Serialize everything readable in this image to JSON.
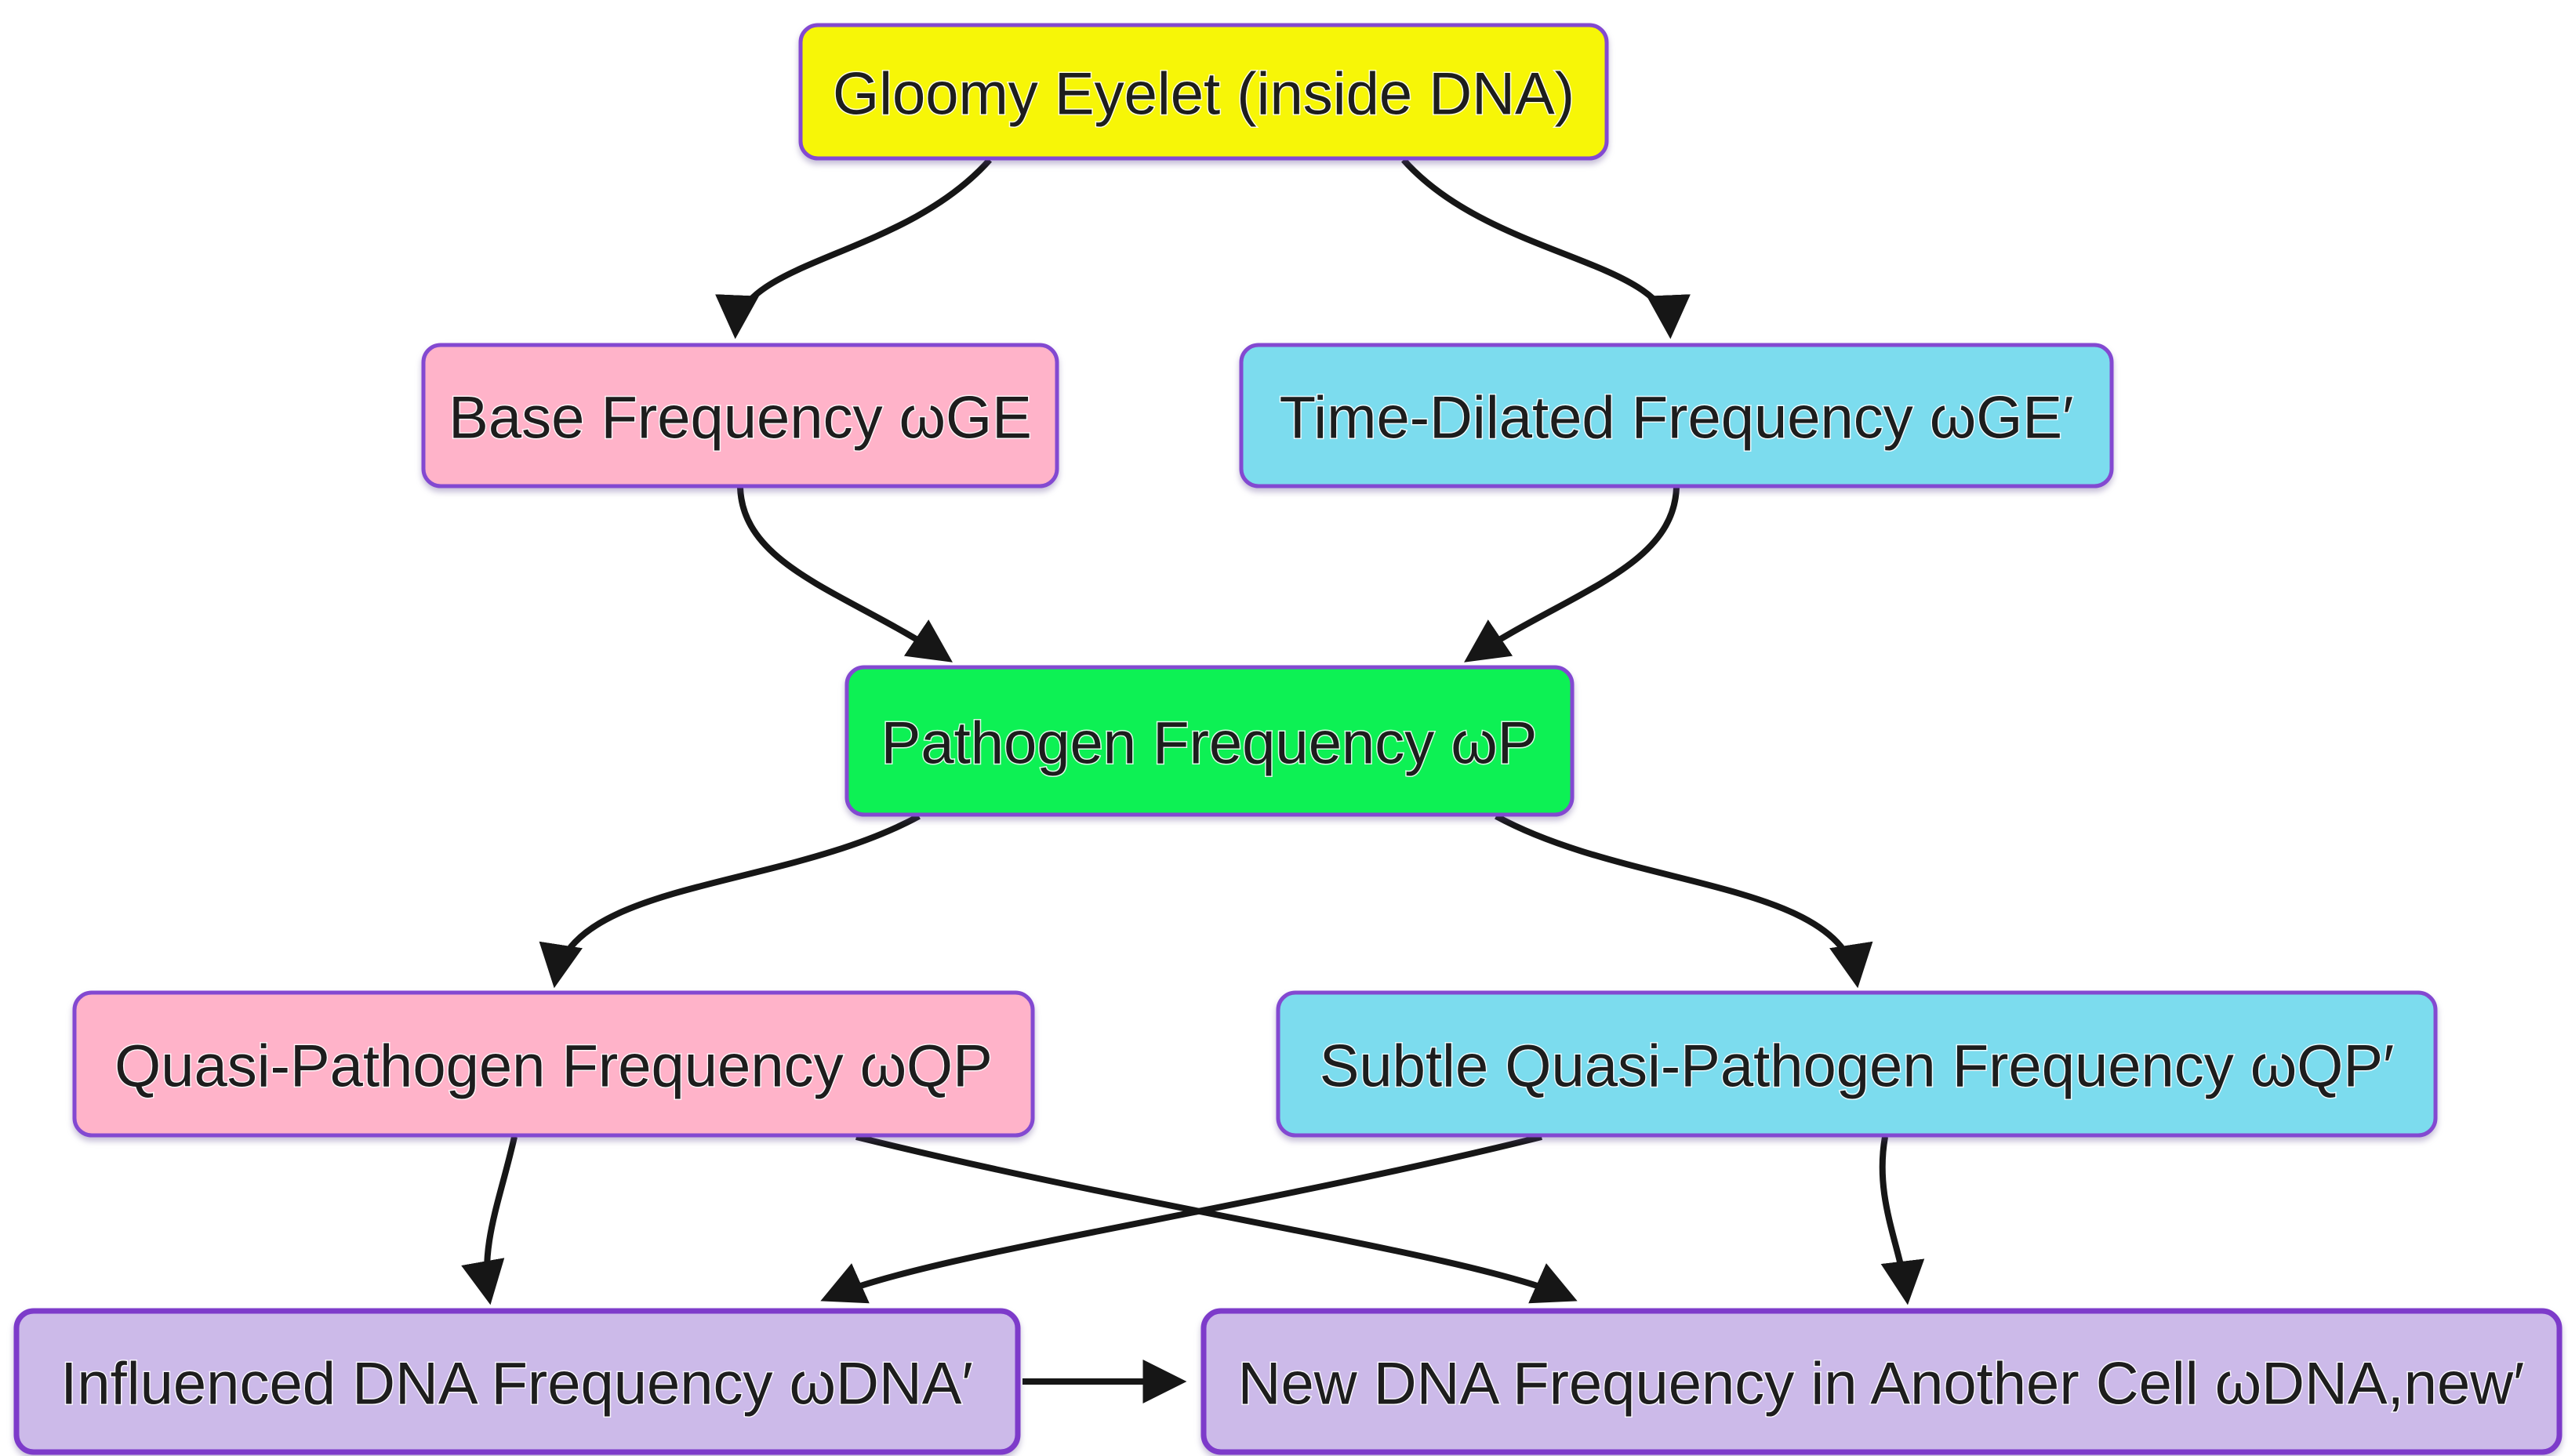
{
  "diagram": {
    "type": "flowchart",
    "background": "#ffffff",
    "nodes": [
      {
        "id": "gloomy-eyelet",
        "label": "Gloomy Eyelet (inside DNA)",
        "fill": "#f7f607"
      },
      {
        "id": "base-frequency",
        "label": "Base Frequency ωGE",
        "fill": "#ffb3c9"
      },
      {
        "id": "time-dilated-frequency",
        "label": "Time-Dilated Frequency ωGE′",
        "fill": "#7cdcee"
      },
      {
        "id": "pathogen-frequency",
        "label": "Pathogen Frequency ωP",
        "fill": "#0df154"
      },
      {
        "id": "quasi-pathogen-frequency",
        "label": "Quasi-Pathogen Frequency ωQP",
        "fill": "#ffb3c9"
      },
      {
        "id": "subtle-quasi-pathogen-frequency",
        "label": "Subtle Quasi-Pathogen Frequency ωQP′",
        "fill": "#7cdcee"
      },
      {
        "id": "influenced-dna-frequency",
        "label": "Influenced DNA Frequency ωDNA′",
        "fill": "#ccbae9"
      },
      {
        "id": "new-dna-frequency",
        "label": "New DNA Frequency in Another Cell ωDNA,new′",
        "fill": "#ccbae9"
      }
    ],
    "edges": [
      {
        "from": "gloomy-eyelet",
        "to": "base-frequency"
      },
      {
        "from": "gloomy-eyelet",
        "to": "time-dilated-frequency"
      },
      {
        "from": "base-frequency",
        "to": "pathogen-frequency"
      },
      {
        "from": "time-dilated-frequency",
        "to": "pathogen-frequency"
      },
      {
        "from": "pathogen-frequency",
        "to": "quasi-pathogen-frequency"
      },
      {
        "from": "pathogen-frequency",
        "to": "subtle-quasi-pathogen-frequency"
      },
      {
        "from": "quasi-pathogen-frequency",
        "to": "influenced-dna-frequency"
      },
      {
        "from": "quasi-pathogen-frequency",
        "to": "new-dna-frequency"
      },
      {
        "from": "subtle-quasi-pathogen-frequency",
        "to": "influenced-dna-frequency"
      },
      {
        "from": "subtle-quasi-pathogen-frequency",
        "to": "new-dna-frequency"
      },
      {
        "from": "influenced-dna-frequency",
        "to": "new-dna-frequency"
      }
    ],
    "colors": {
      "node_border": "#8349d1",
      "bottom_node_border": "#7d3bca",
      "edge_stroke": "#161616",
      "text": "#1d1d1d",
      "yellow_node": "#f7f607",
      "pink_node": "#ffb3c9",
      "cyan_node": "#7cdcee",
      "green_node": "#0df154",
      "purple_node": "#ccbae9"
    }
  }
}
